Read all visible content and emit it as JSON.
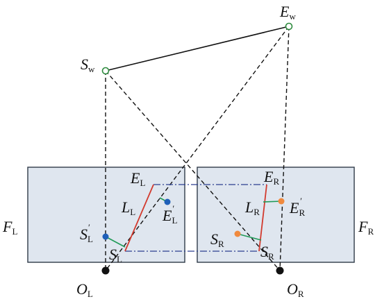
{
  "colors": {
    "frame_fill": "#dfe6ef",
    "frame_stroke": "#2f3a48",
    "dashed_line": "#111111",
    "dashdot_line": "#2a3f8f",
    "segment_red": "#d23a2e",
    "segment_green": "#1f9a57",
    "world_point_stroke": "#2e8b3e",
    "blue_point": "#1e5fb8",
    "orange_point": "#f08a3e",
    "camera_center": "#111111"
  },
  "labels": {
    "Ew": {
      "main": "E",
      "sub": "w",
      "prime": ""
    },
    "Sw": {
      "main": "S",
      "sub": "w",
      "prime": ""
    },
    "FL": {
      "main": "F",
      "sub": "L",
      "prime": ""
    },
    "FR": {
      "main": "F",
      "sub": "R",
      "prime": ""
    },
    "EL": {
      "main": "E",
      "sub": "L",
      "prime": ""
    },
    "LL": {
      "main": "L",
      "sub": "L",
      "prime": ""
    },
    "ELp": {
      "main": "E",
      "sub": "L",
      "prime": "′"
    },
    "SLp": {
      "main": "S",
      "sub": "L",
      "prime": "′"
    },
    "SL": {
      "main": "S",
      "sub": "L",
      "prime": ""
    },
    "ER": {
      "main": "E",
      "sub": "R",
      "prime": ""
    },
    "LR": {
      "main": "L",
      "sub": "R",
      "prime": ""
    },
    "ERp": {
      "main": "E",
      "sub": "R",
      "prime": "′"
    },
    "SRp": {
      "main": "S",
      "sub": "R",
      "prime": ""
    },
    "SR": {
      "main": "S",
      "sub": "R",
      "prime": ""
    },
    "OL": {
      "main": "O",
      "sub": "L",
      "prime": ""
    },
    "OR": {
      "main": "O",
      "sub": "R",
      "prime": ""
    }
  }
}
